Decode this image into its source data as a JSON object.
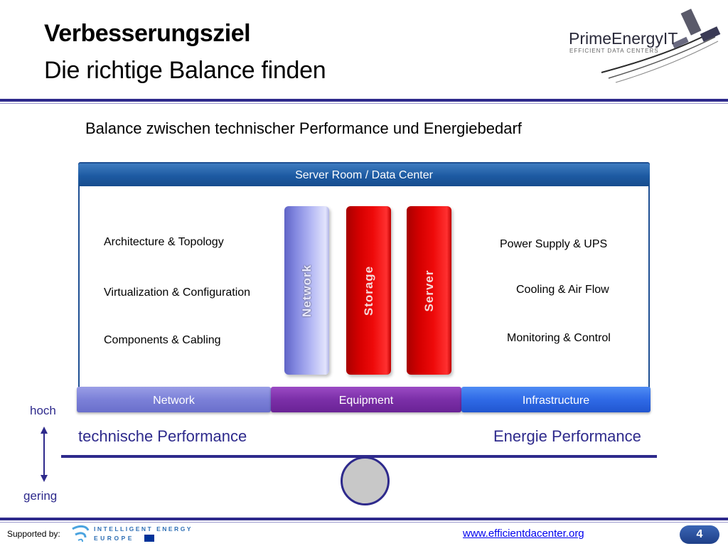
{
  "title": {
    "line1": "Verbesserungsziel",
    "line2": "Die richtige Balance finden"
  },
  "logo": {
    "name": "PrimeEnergyIT",
    "tagline": "EFFICIENT DATA CENTERS",
    "icon": "satellite-swoosh-icon"
  },
  "subtitle": "Balance zwischen technischer Performance und Energiebedarf",
  "diagram": {
    "header": "Server Room / Data Center",
    "left_items": [
      "Architecture & Topology",
      "Virtualization & Configuration",
      "Components & Cabling"
    ],
    "right_items": [
      "Power Supply & UPS",
      "Cooling & Air Flow",
      "Monitoring & Control"
    ],
    "pillars": [
      "Network",
      "Storage",
      "Server"
    ],
    "pillar_colors": {
      "network": "#8a8fe0",
      "storage": "#e00000",
      "server": "#e00000"
    },
    "bottom_bars": [
      "Network",
      "Equipment",
      "Infrastructure"
    ],
    "bar_colors": {
      "network": "#7b80d8",
      "equipment": "#7b2fa8",
      "infrastructure": "#2f6ae6"
    }
  },
  "scale": {
    "high": "hoch",
    "low": "gering",
    "left_label": "technische Performance",
    "right_label": "Energie Performance"
  },
  "footer": {
    "supported_by": "Supported by:",
    "sponsor_line1": "INTELLIGENT ENERGY",
    "sponsor_line2": "EUROPE",
    "website": "www.efficientdacenter.org",
    "page_number": "4"
  },
  "colors": {
    "accent": "#2e2a8c",
    "header_blue": "#1e4f93"
  }
}
